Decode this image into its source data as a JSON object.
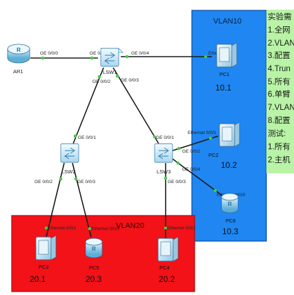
{
  "colors": {
    "vlan10_fill": "#1f86f2",
    "vlan10_border": "#0d4c9e",
    "vlan20_fill": "#f21218",
    "vlan20_border": "#a80b10",
    "notes_fill": "#b9f3a6",
    "link": "#1a1a1a",
    "port_dot": "#3bd23b",
    "label_text": "#222222"
  },
  "zones": {
    "vlan10_label": "VLAN10",
    "vlan20_label": "VLAN20"
  },
  "notes": {
    "lines": [
      "实验需",
      "1.全网",
      "2.VLAN",
      "3.配置",
      "4.Trun",
      "5.所有",
      "6.单臂",
      "7.VLAN",
      "8.配置",
      "测试:",
      "1.所有",
      "2.主机"
    ]
  },
  "devices": {
    "ar1": {
      "name": "AR1",
      "icon": "router-icon"
    },
    "lsw1": {
      "name": "LSW1",
      "icon": "switch-icon"
    },
    "lsw2": {
      "name": "LSW2",
      "icon": "switch-icon"
    },
    "lsw3": {
      "name": "LSW3",
      "icon": "switch-icon"
    },
    "pc1": {
      "name": "PC1",
      "ip": "10.1",
      "icon": "pc-icon"
    },
    "pc2": {
      "name": "PC2",
      "ip": "10.2",
      "icon": "pc-icon"
    },
    "pc3": {
      "name": "PC3",
      "ip": "20.1",
      "icon": "pc-icon"
    },
    "pc4": {
      "name": "PC4",
      "ip": "20.2",
      "icon": "pc-icon"
    },
    "pc5": {
      "name": "PC5",
      "ip": "20.3",
      "icon": "server-icon"
    },
    "pc6": {
      "name": "PC6",
      "ip": "10.3",
      "icon": "server-icon"
    }
  },
  "ports": {
    "ar1_g000": "GE 0/0/0",
    "lsw1_g001": "GE 0/0/1",
    "lsw1_g004": "GE 0/0/4",
    "lsw1_g002": "GE 0/0/2",
    "lsw1_g003": "GE 0/0/3",
    "pc1_eth": "Ethernet 0/0/1",
    "lsw2_g001": "GE 0/0/1",
    "lsw2_g002": "GE 0/0/2",
    "lsw2_g003": "GE 0/0/3",
    "lsw3_g001": "GE 0/0/1",
    "lsw3_g002": "GE 0/0/2",
    "lsw3_g004": "GE 0/0/4",
    "lsw3_g003": "GE 0/0/3",
    "pc2_eth": "Ethernet 0/0/1",
    "pc6_eth": "Ethernet 0/0/0",
    "pc3_eth": "Ethernet 0/0/1",
    "pc5_eth": "Ethernet 0/0/0",
    "pc4_eth": "Ethernet 0/0/1"
  }
}
